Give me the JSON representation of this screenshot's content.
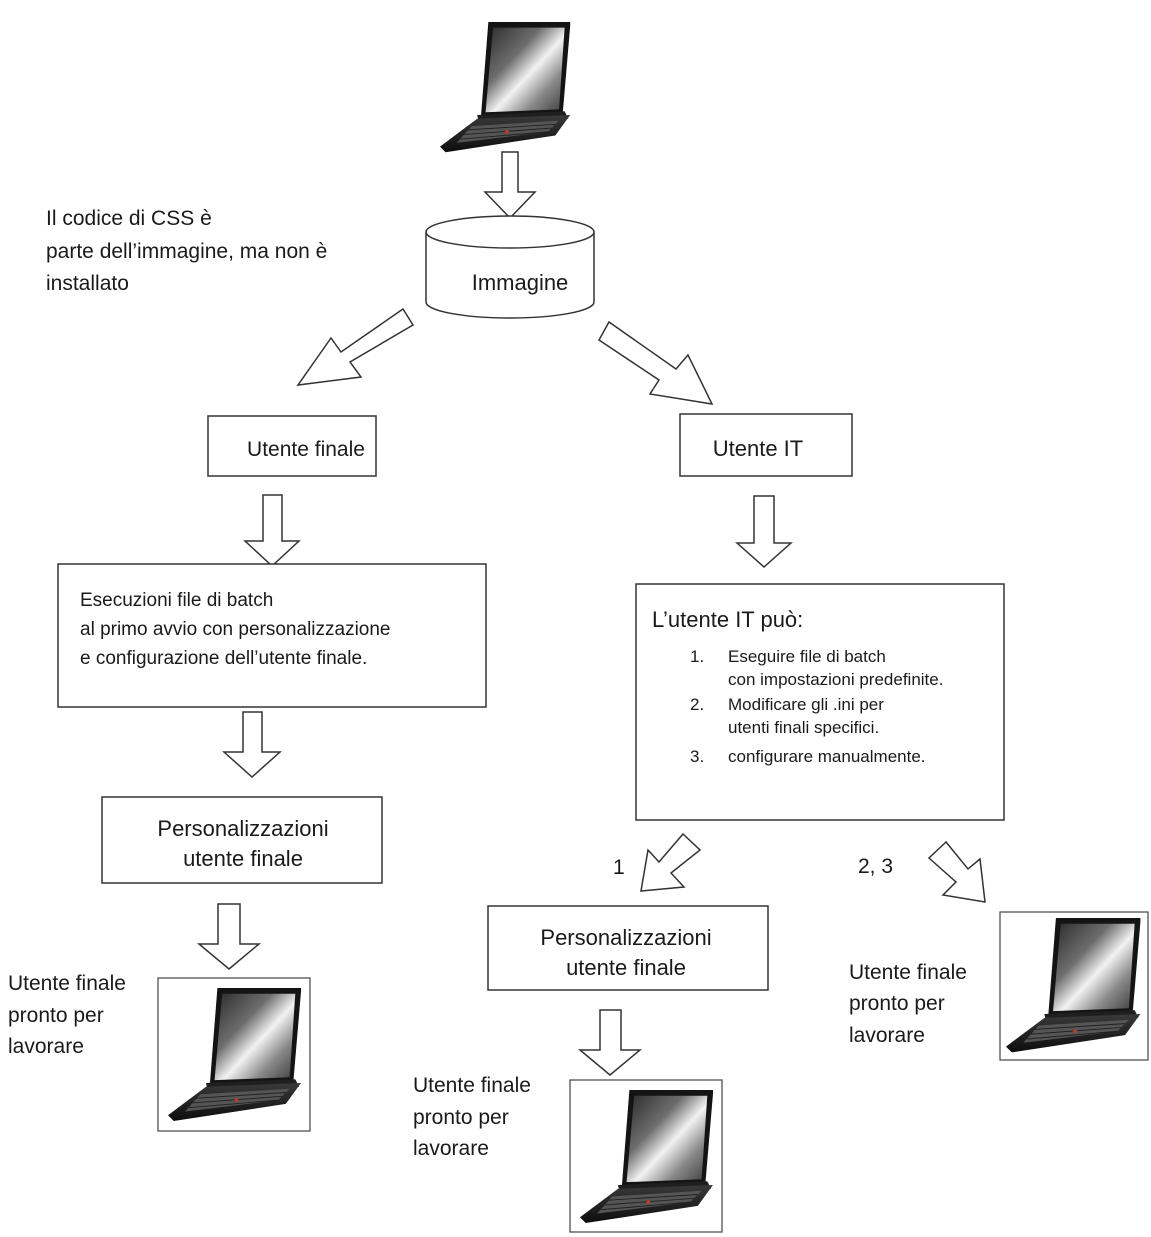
{
  "note": {
    "line1": "Il codice di CSS è",
    "line2": "parte dell’immagine, ma non è",
    "line3": "installato"
  },
  "image_store": {
    "label": "Immagine"
  },
  "left_branch": {
    "user_box": "Utente finale",
    "batch_box": {
      "line1": "Esecuzioni file di batch",
      "line2": "al primo avvio con personalizzazione",
      "line3": "e configurazione dell’utente finale."
    },
    "custom_box": {
      "line1": "Personalizzazioni",
      "line2": "utente finale"
    },
    "ready": {
      "line1": "Utente finale",
      "line2": "pronto per",
      "line3": "lavorare"
    }
  },
  "right_branch": {
    "user_box": "Utente IT",
    "options_box": {
      "title": "L’utente IT può:",
      "item1_num": "1.",
      "item1_line1": "Eseguire file di batch",
      "item1_line2": "con impostazioni predefinite.",
      "item2_num": "2.",
      "item2_line1": "Modificare gli .ini per",
      "item2_line2": "utenti finali specifici.",
      "item3_num": "3.",
      "item3_line1": "configurare manualmente."
    },
    "path_1_label": "1",
    "path_23_label": "2, 3",
    "custom_box": {
      "line1": "Personalizzazioni",
      "line2": "utente finale"
    },
    "ready_mid": {
      "line1": "Utente finale",
      "line2": "pronto per",
      "line3": "lavorare"
    },
    "ready_right": {
      "line1": "Utente finale",
      "line2": "pronto per",
      "line3": "lavorare"
    }
  },
  "icons": {
    "laptop": "laptop-icon",
    "arrow": "hollow-arrow-icon",
    "database": "database-cylinder-icon"
  },
  "colors": {
    "stroke": "#333333",
    "text": "#1a1a1a",
    "background": "#ffffff"
  }
}
